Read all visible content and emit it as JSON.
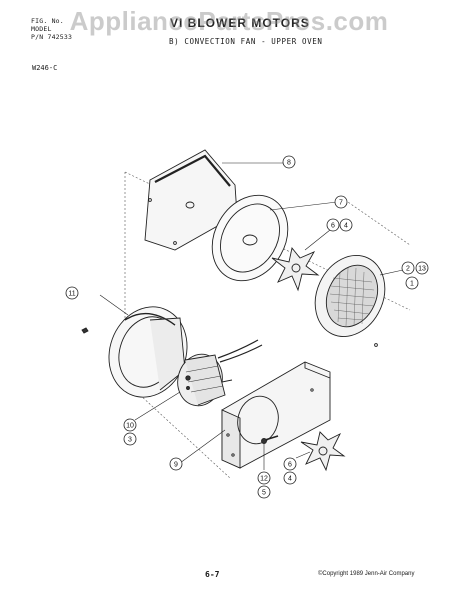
{
  "header": {
    "line1": "FIG. No.",
    "line2": "MODEL",
    "part_number": "P/N 742533",
    "title": "VI BLOWER MOTORS",
    "subtitle": "B) CONVECTION FAN - UPPER OVEN",
    "model_code": "W246-C"
  },
  "watermark": "AppliancePartsPros.com",
  "callouts": {
    "c8": "8",
    "c7": "7",
    "c6a": "6",
    "c4a": "4",
    "c2": "2",
    "c13": "13",
    "c1": "1",
    "c11": "11",
    "c10": "10",
    "c3": "3",
    "c9": "9",
    "c12": "12",
    "c5": "5",
    "c6b": "6",
    "c4b": "4"
  },
  "footer": {
    "page": "6-7",
    "copyright": "©Copyright 1989 Jenn-Air Company"
  }
}
